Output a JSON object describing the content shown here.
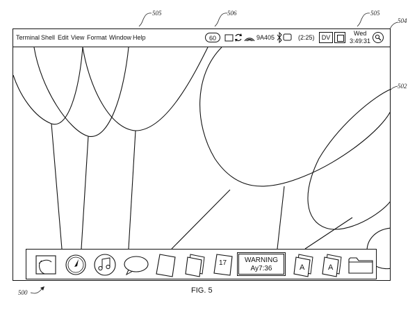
{
  "references": {
    "menu_ref_left": "505",
    "tray_ref": "506",
    "menu_ref_right": "505",
    "search_ref": "504",
    "wallpaper_ref": "502",
    "figure_ref": "500"
  },
  "menubar": {
    "items": [
      "Terminal",
      "Shell",
      "Edit",
      "View",
      "Format",
      "Window",
      "Help"
    ],
    "tray": {
      "badge": "60",
      "code": "9A405",
      "battery_time": "(2:25)",
      "dv_label": "DV",
      "clock_day": "Wed",
      "clock_time": "3:49:31"
    }
  },
  "dock": {
    "calendar_day": "17",
    "warning_title": "WARNING",
    "warning_time": "Ay7:36",
    "doc_letter_1": "A",
    "doc_letter_2": "A"
  },
  "figure": {
    "caption": "FIG. 5"
  },
  "icons": [
    "search-icon",
    "battery-icon",
    "sync-arrows-icon",
    "wifi-icon",
    "bluetooth-icon",
    "display-icon",
    "finder-icon",
    "compass-icon",
    "music-note-icon",
    "speech-bubble-icon",
    "document-icon",
    "stack-icon",
    "calendar-icon",
    "letter-a-icon",
    "folder-icon",
    "squiggle-arrow-icon"
  ]
}
